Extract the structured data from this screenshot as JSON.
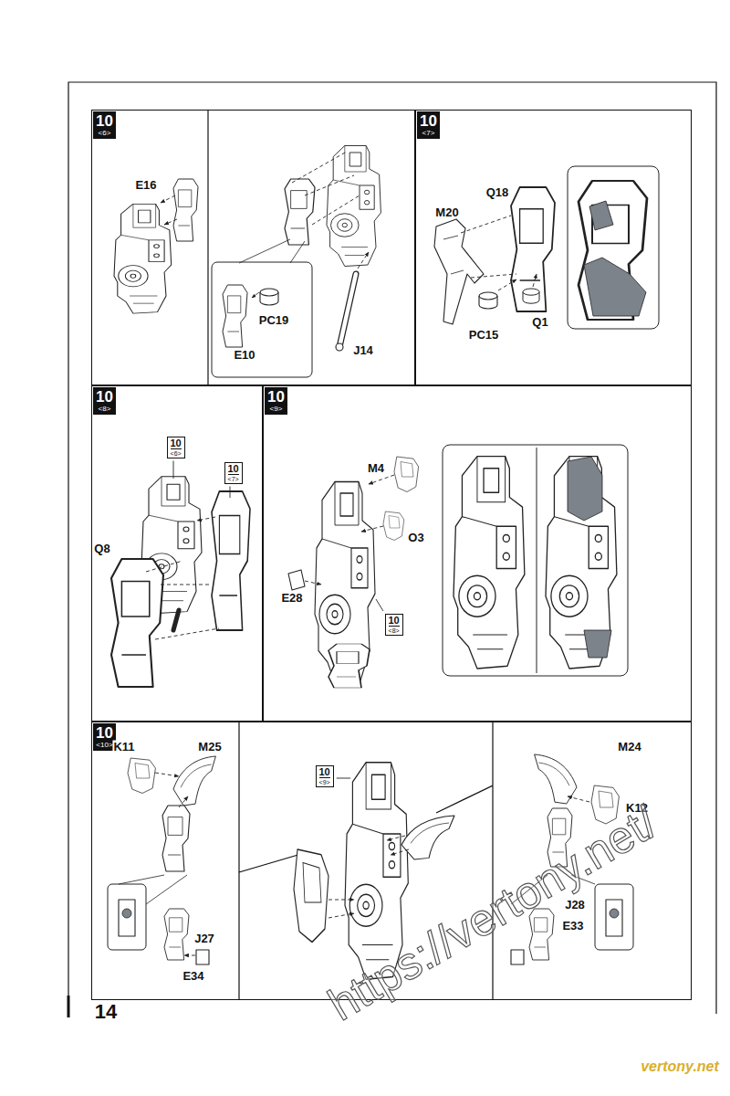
{
  "diagram": {
    "nodes": [
      {
        "text": [
          "10",
          "<6>"
        ]
      },
      {
        "text": [
          "10",
          "<7>"
        ]
      },
      {
        "text": [
          "10",
          "<8>"
        ]
      },
      {
        "text": [
          "10",
          "<6>"
        ],
        "in": 2
      },
      {
        "text": [
          "10",
          "<7>"
        ],
        "in": 2
      },
      {
        "text": [
          "10",
          "<9>"
        ]
      },
      {
        "text": [
          "10",
          "<8>"
        ],
        "in": 5
      },
      {
        "text": [
          "10",
          "<10>"
        ]
      },
      {
        "text": [
          "10",
          "<9>"
        ],
        "in": 7
      }
    ],
    "labels": [
      "E16",
      "E10",
      "PC19",
      "J14",
      "M20",
      "Q18",
      "PC15",
      "Q1",
      "Q8",
      "M4",
      "O3",
      "E28",
      "K11",
      "M25",
      "M24",
      "K12",
      "J27",
      "E34",
      "J28",
      "E33",
      "14",
      "https://vertony.net/",
      "vertony.net"
    ]
  }
}
